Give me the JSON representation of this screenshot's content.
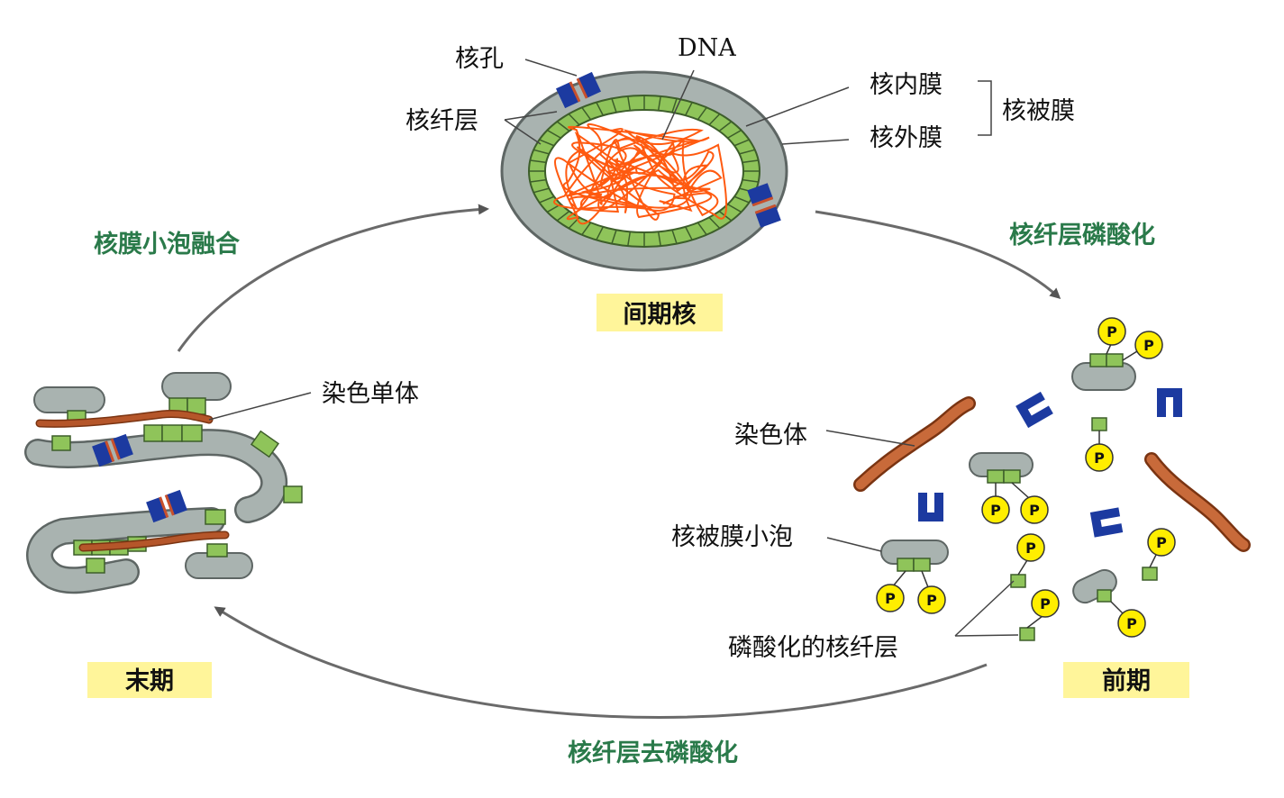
{
  "labels": {
    "pore": "核孔",
    "dna": "DNA",
    "lamina": "核纤层",
    "inner_membrane": "核内膜",
    "outer_membrane": "核外膜",
    "envelope": "核被膜",
    "chromatid": "染色单体",
    "chromosome": "染色体",
    "vesicle": "核被膜小泡",
    "phospho_lamina": "磷酸化的核纤层",
    "phosphate": "P"
  },
  "process": {
    "phosphorylation": "核纤层磷酸化",
    "fusion": "核膜小泡融合",
    "dephosphorylation": "核纤层去磷酸化"
  },
  "stages": {
    "interphase": "间期核",
    "prophase": "前期",
    "telophase": "末期"
  },
  "colors": {
    "membrane": "#a9b3b0",
    "membrane_edge": "#5e6664",
    "lamina": "#8fc45a",
    "pore": "#1c3aa0",
    "pore_inner": "#c8502c",
    "dna": "#ff5a10",
    "chromosome": "#b5562a",
    "phosphate": "#ffee00",
    "process_text": "#2a7a4a",
    "stage_box": "#fff59a"
  }
}
